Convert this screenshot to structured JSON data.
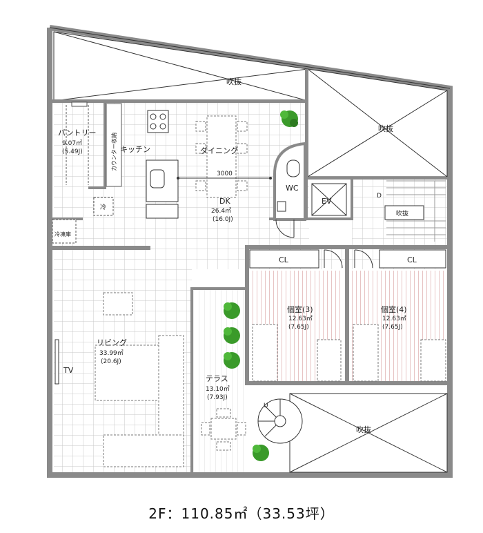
{
  "plan": {
    "footer_title": "2F：110.85㎡（33.53坪）",
    "rooms": {
      "fukinuke_top": "吹抜",
      "fukinuke_right": "吹抜",
      "fukinuke_bottom": "吹抜",
      "fukinuke_stair": "吹抜",
      "pantry": {
        "name": "パントリー",
        "area": "9.07㎡",
        "tsubo": "(5.49J)"
      },
      "counter_storage": "カウンター収納",
      "kitchen": "キッチン",
      "dining": "ダイニング",
      "dimension": "3000",
      "dk": {
        "name": "DK",
        "area": "26.4㎡",
        "tsubo": "(16.0J)"
      },
      "fridge": "冷",
      "freezer": "冷凍庫",
      "wc": "WC",
      "ev": "EV",
      "d_mark": "D",
      "living": {
        "name": "リビング",
        "area": "33.99㎡",
        "tsubo": "(20.6J)"
      },
      "tv": "TV",
      "terrace": {
        "name": "テラス",
        "area": "13.10㎡",
        "tsubo": "(7.93J)"
      },
      "room3": {
        "name": "個室(3)",
        "area": "12.63㎡",
        "tsubo": "(7.65J)"
      },
      "room4": {
        "name": "個室(4)",
        "area": "12.63㎡",
        "tsubo": "(7.65J)"
      },
      "cl1": "CL",
      "cl2": "CL",
      "stair_up": "U"
    },
    "colors": {
      "wall": "#8a8a8a",
      "tile": "#d6d6d6",
      "floor_stripe": "#e7c9c9",
      "plant": "#3a9a2a",
      "line": "#333333"
    }
  }
}
